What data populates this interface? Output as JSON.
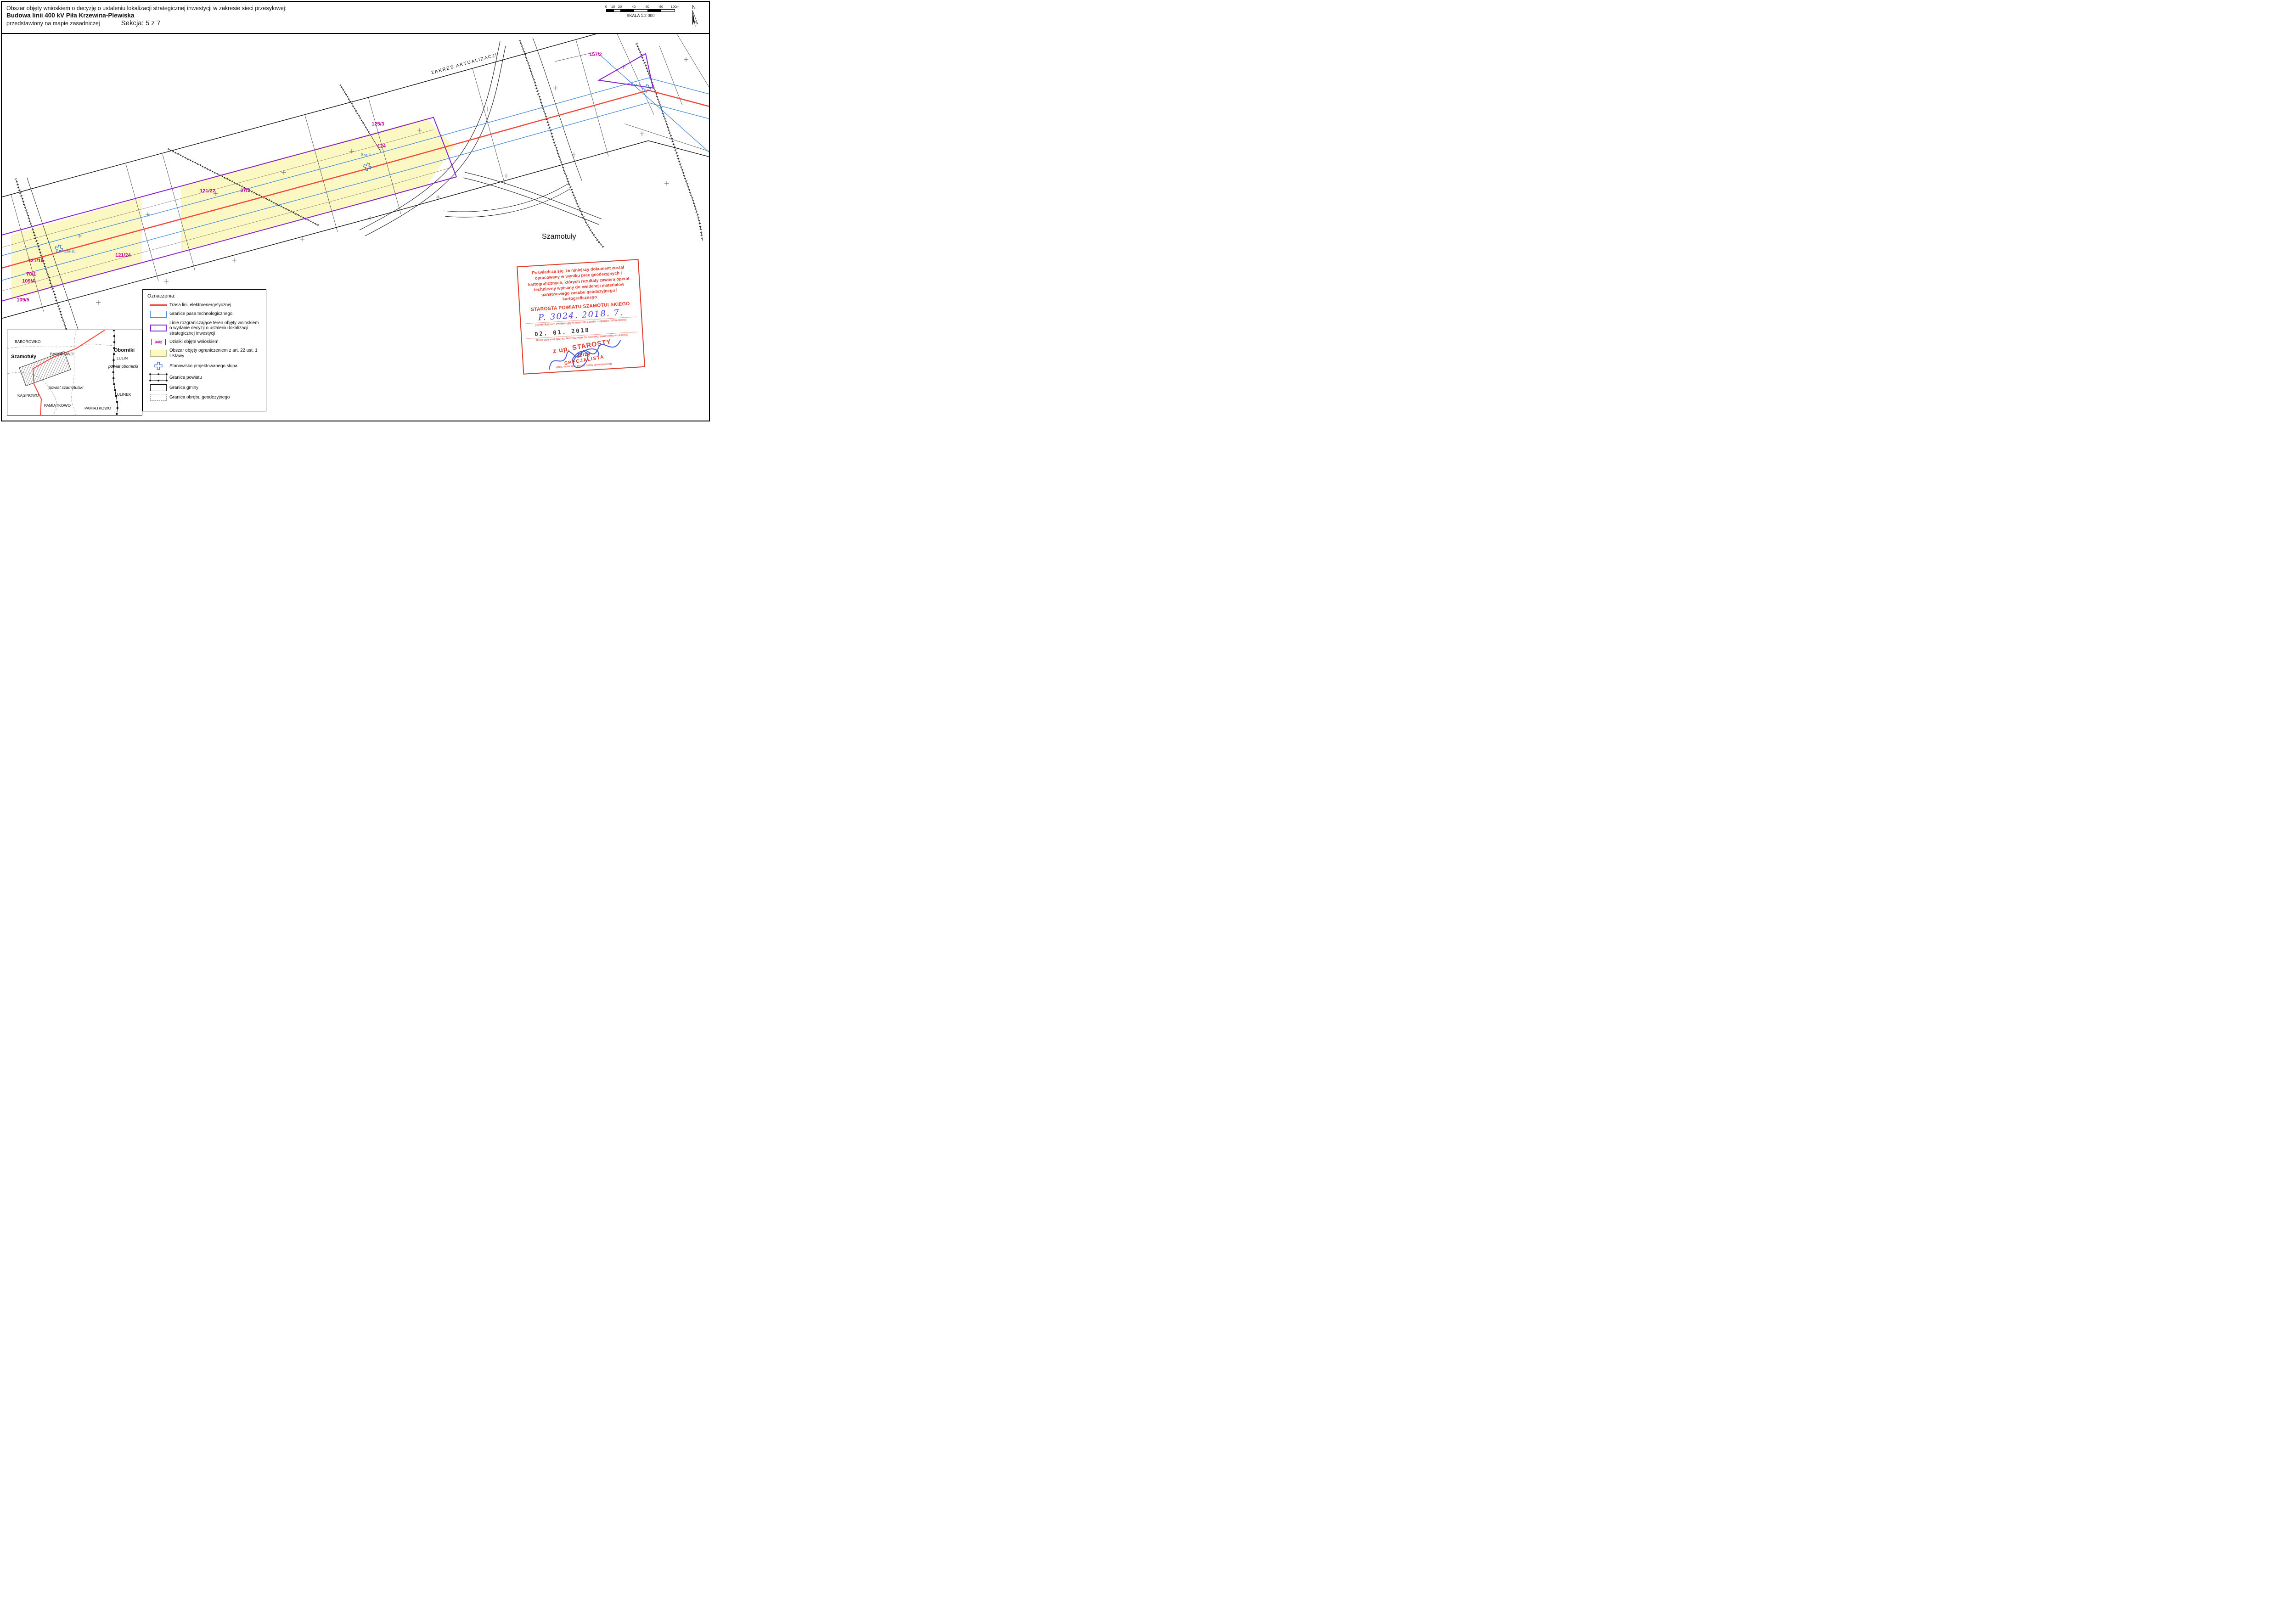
{
  "header": {
    "line1": "Obszar objęty wnioskiem o decyzję o ustaleniu lokalizacji strategicznej inwestycji w zakresie sieci przesyłowej:",
    "line2": "Budowa linii 400 kV Piła Krzewina-Plewiska",
    "line3": "przedstawiony na mapie zasadniczej",
    "section": "Sekcja: 5 z 7",
    "scale": {
      "label": "SKALA 1:2 000",
      "ticks": [
        "0",
        "10",
        "20",
        "40",
        "60",
        "80",
        "100m"
      ]
    },
    "north": "N"
  },
  "map": {
    "update_scope_label": "ZAKRES AKTUALIZACJI",
    "city_label": "Szamotuły",
    "parcels": [
      "125/3",
      "124",
      "121/22",
      "37/1",
      "121/24",
      "121/19",
      "70/1",
      "109/4",
      "109/5",
      "157/2"
    ],
    "towers": [
      "Sza-9",
      "Sza-10",
      "Sza-8"
    ],
    "colors": {
      "route_red": "#f4473b",
      "corridor_blue": "#4488dd",
      "boundary_purple": "#8a1fd0",
      "parcel_magenta": "#c0009c",
      "restriction_yellow": "#fbf8c3"
    }
  },
  "legend": {
    "title": "Oznaczenia:",
    "sample_parcel": "94/2",
    "items": [
      "Trasa linii elektroenergetycznej",
      "Granice pasa technologicznego",
      "Linie rozgraniczające teren objęty wnioskiem o wydanie decyzji o ustaleniu lokalizacji strategicznej inwestycji",
      "Działki objęte wnioskiem",
      "Obszar objęty ograniczeniem z art. 22 ust. 1 Ustawy",
      "Stanowisko projektowanego słupa",
      "Granica powiatu",
      "Granica gminy",
      "Granica obrębu geodezyjnego"
    ]
  },
  "inset": {
    "labels": [
      "BABORÓWKO",
      "Szamotuły",
      "BABOROWO",
      "Oborniki",
      "LULIN",
      "powiat obornicki",
      "powiat szamotulski",
      "KĄSINOWO",
      "PAMIĄTKOWO",
      "PAMIĄTKOWO",
      "LULINEK"
    ]
  },
  "stamp": {
    "certification": "Poświadcza się, że niniejszy dokument został opracowany w wyniku prac geodezyjnych i kartograficznych, których rezultaty zawiera operat techniczny wpisany do ewidencji materiałów państwowego zasobu geodezyjnego i kartograficznego",
    "office": "STAROSTA POWIATU SZAMOTULSKIEGO",
    "document_id": "P. 3024. 2018. 7.",
    "id_caption": "(identyfikatorem ewidencyjnym materiału zasobu – operatu technicznego)",
    "date": "02. 01. 2018",
    "date_caption": "(Data wpisania operatu technicznego do ewidencji materiałów w zasobie)",
    "deputy": "z up. STAROSTY",
    "signer_name": "Jerzy",
    "signer_role": "SPECJALISTA"
  }
}
